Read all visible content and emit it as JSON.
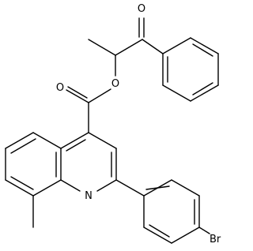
{
  "molecule": {
    "atoms": {
      "oxygen_ketone": "O",
      "oxygen_ester": "O",
      "oxygen_carbonyl": "O",
      "nitrogen": "N",
      "bromine": "Br"
    }
  }
}
